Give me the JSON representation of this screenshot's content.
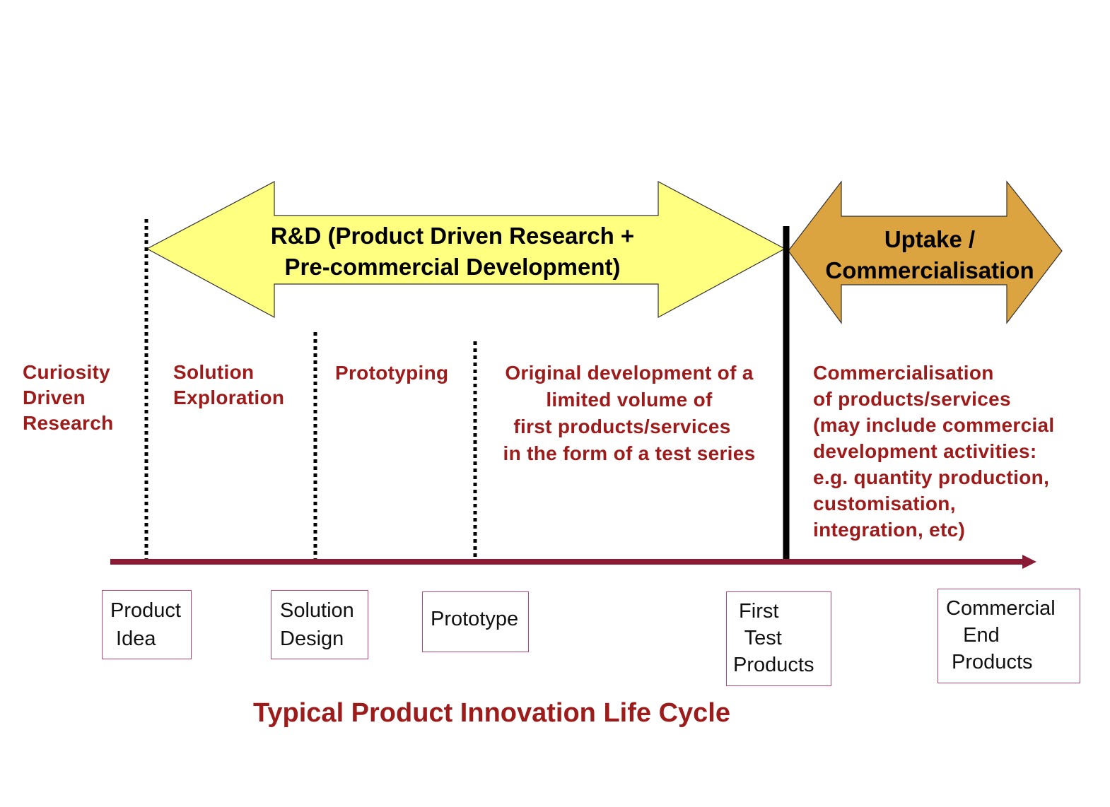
{
  "colors": {
    "rd_arrow": "#ffff80",
    "uptake_arrow": "#dca440",
    "text_red": "#9e1b1b",
    "timeline": "#8b1a35",
    "box_border": "#c0436b"
  },
  "arrows": {
    "rd": {
      "line1": "R&D (Product Driven Research +",
      "line2": "Pre-commercial Development)"
    },
    "uptake": {
      "line1": "Uptake /",
      "line2": "Commercialisation"
    }
  },
  "phases": {
    "curiosity": [
      "Curiosity",
      "Driven",
      "Research"
    ],
    "exploration": [
      "Solution",
      "Exploration"
    ],
    "prototyping": [
      "Prototyping"
    ],
    "original": [
      "Original development of a",
      "limited volume of",
      "first products/services",
      "in the form of a test series"
    ],
    "commercialisation": [
      "Commercialisation",
      "of products/services",
      "(may include commercial",
      "development activities:",
      "e.g. quantity production,",
      "customisation,",
      "integration, etc)"
    ]
  },
  "milestones": {
    "product_idea": "Product\n Idea",
    "solution_design": "Solution\nDesign",
    "prototype": "Prototype",
    "first_test": " First\n  Test\nProducts",
    "commercial_end": "Commercial\n   End\n Products"
  },
  "title": "Typical Product Innovation Life Cycle"
}
